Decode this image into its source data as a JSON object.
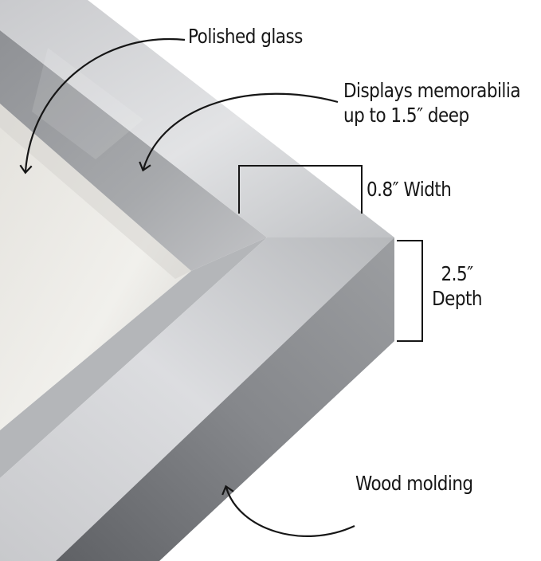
{
  "colors": {
    "frame_light": "#d4d5d7",
    "frame_mid": "#9d9fa2",
    "frame_dark": "#6c6e72",
    "mat": "#e9e8e4",
    "line": "#161616"
  },
  "labels": {
    "polished_glass": "Polished glass",
    "displays_line1": "Displays memorabilia",
    "displays_line2": "up to 1.5″ deep",
    "width": "0.8″ Width",
    "depth_value": "2.5″",
    "depth_word": "Depth",
    "wood_molding": "Wood molding"
  }
}
